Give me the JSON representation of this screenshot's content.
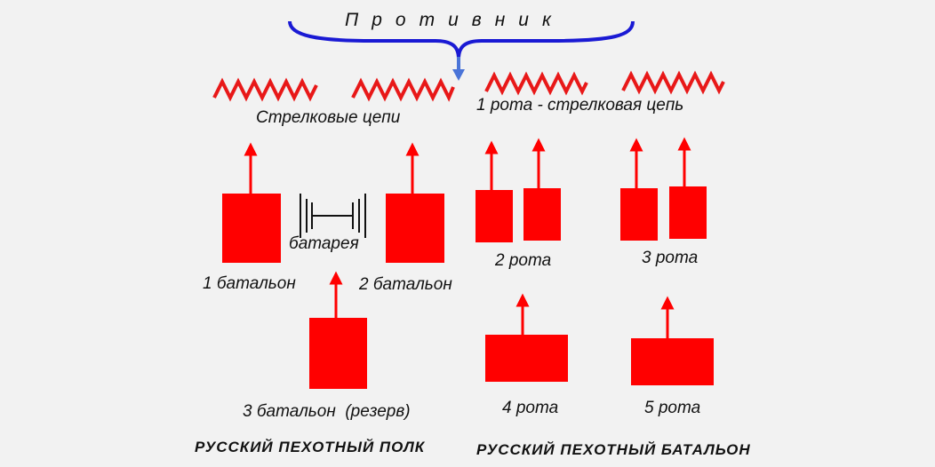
{
  "colors": {
    "background": "#f2f2f2",
    "unit_fill": "#ff0000",
    "zigzag": "#e81818",
    "brace": "#1a1ad4",
    "brace_arrow": "#4a74d8",
    "text": "#111111",
    "battery_line": "#111111"
  },
  "labels": {
    "enemy": "Противник",
    "rifle_chains": "Стрелковые цепи",
    "company_rifle_chain": "1 рота - стрелковая цепь",
    "battery": "батарея",
    "battalion_1": "1 батальон",
    "battalion_2": "2 батальон",
    "battalion_3": "3 батальон  (резерв)",
    "company_2": "2 рота",
    "company_3": "3 рота",
    "company_4": "4 рота",
    "company_5": "5 рота"
  },
  "captions": {
    "regiment": "РУССКИЙ ПЕХОТНЫЙ ПОЛК",
    "battalion": "РУССКИЙ ПЕХОТНЫЙ БАТАЛЬОН"
  }
}
